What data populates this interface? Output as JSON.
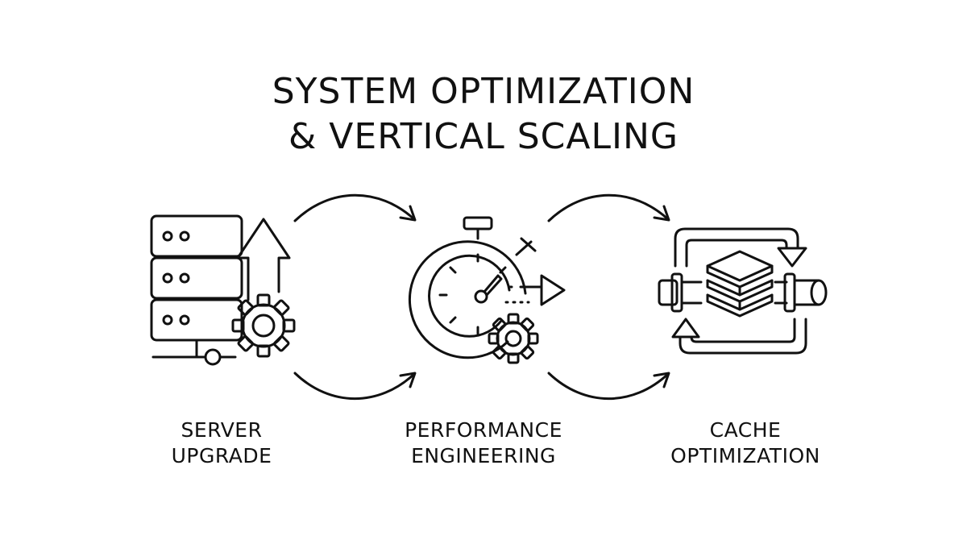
{
  "title": {
    "line1": "SYSTEM OPTIMIZATION",
    "line2": "& VERTICAL SCALING"
  },
  "steps": [
    {
      "line1": "SERVER",
      "line2": "UPGRADE",
      "icon": "server-upgrade-icon"
    },
    {
      "line1": "PERFORMANCE",
      "line2": "ENGINEERING",
      "icon": "stopwatch-gear-icon"
    },
    {
      "line1": "CACHE",
      "line2": "OPTIMIZATION",
      "icon": "cache-layers-icon"
    }
  ],
  "colors": {
    "stroke": "#111111",
    "background": "#ffffff"
  }
}
